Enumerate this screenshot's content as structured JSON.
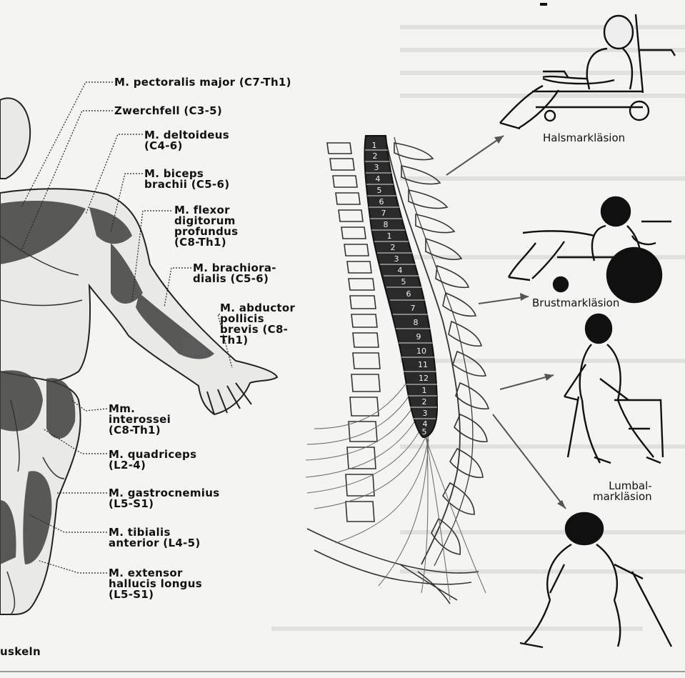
{
  "muscles": [
    {
      "name": "M. pectoralis major (C7-Th1)"
    },
    {
      "name": "Zwerchfell (C3-5)"
    },
    {
      "name": "M. deltoideus\n(C4-6)"
    },
    {
      "name": "M. biceps\nbrachii (C5-6)"
    },
    {
      "name": "M. flexor\ndigitorum\nprofundus\n(C8-Th1)"
    },
    {
      "name": "M. brachiora-\ndialis (C5-6)"
    },
    {
      "name": "M. abductor\npollicis\nbrevis (C8-\nTh1)"
    },
    {
      "name": "Mm.\ninterossei\n(C8-Th1)"
    },
    {
      "name": "M. quadriceps\n(L2-4)"
    },
    {
      "name": "M. gastrocnemius\n(L5-S1)"
    },
    {
      "name": "M. tibialis\nanterior (L4-5)"
    },
    {
      "name": "M. extensor\nhallucis longus\n(L5-S1)"
    }
  ],
  "lesions": [
    {
      "name": "Halsmarkläsion"
    },
    {
      "name": "Brustmarkläsion"
    },
    {
      "name": "Lumbal-\nmarkläsion"
    }
  ],
  "vertebra_numbers": [
    "1",
    "2",
    "3",
    "4",
    "5",
    "6",
    "7",
    "8",
    "1",
    "2",
    "3",
    "4",
    "5",
    "6",
    "7",
    "8",
    "9",
    "10",
    "11",
    "12",
    "1",
    "2",
    "3",
    "4",
    "5"
  ],
  "bottom_caption": "uskeln"
}
